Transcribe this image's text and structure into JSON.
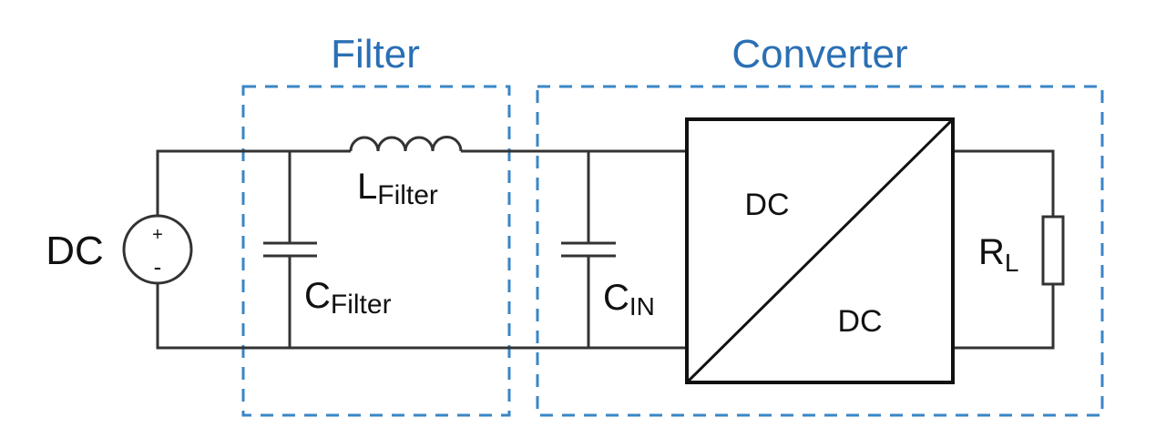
{
  "diagram": {
    "title_filter": "Filter",
    "title_converter": "Converter",
    "source": {
      "label": "DC",
      "plus": "+",
      "minus": "-"
    },
    "inductor": {
      "main": "L",
      "sub": "Filter"
    },
    "filter_cap": {
      "main": "C",
      "sub": "Filter"
    },
    "input_cap": {
      "main": "C",
      "sub": "IN"
    },
    "converter": {
      "top": "DC",
      "bottom": "DC"
    },
    "load": {
      "main": "R",
      "sub": "L"
    },
    "colors": {
      "group_border": "#3a86c6",
      "group_title": "#2a6fb4",
      "wire": "#333333"
    }
  }
}
